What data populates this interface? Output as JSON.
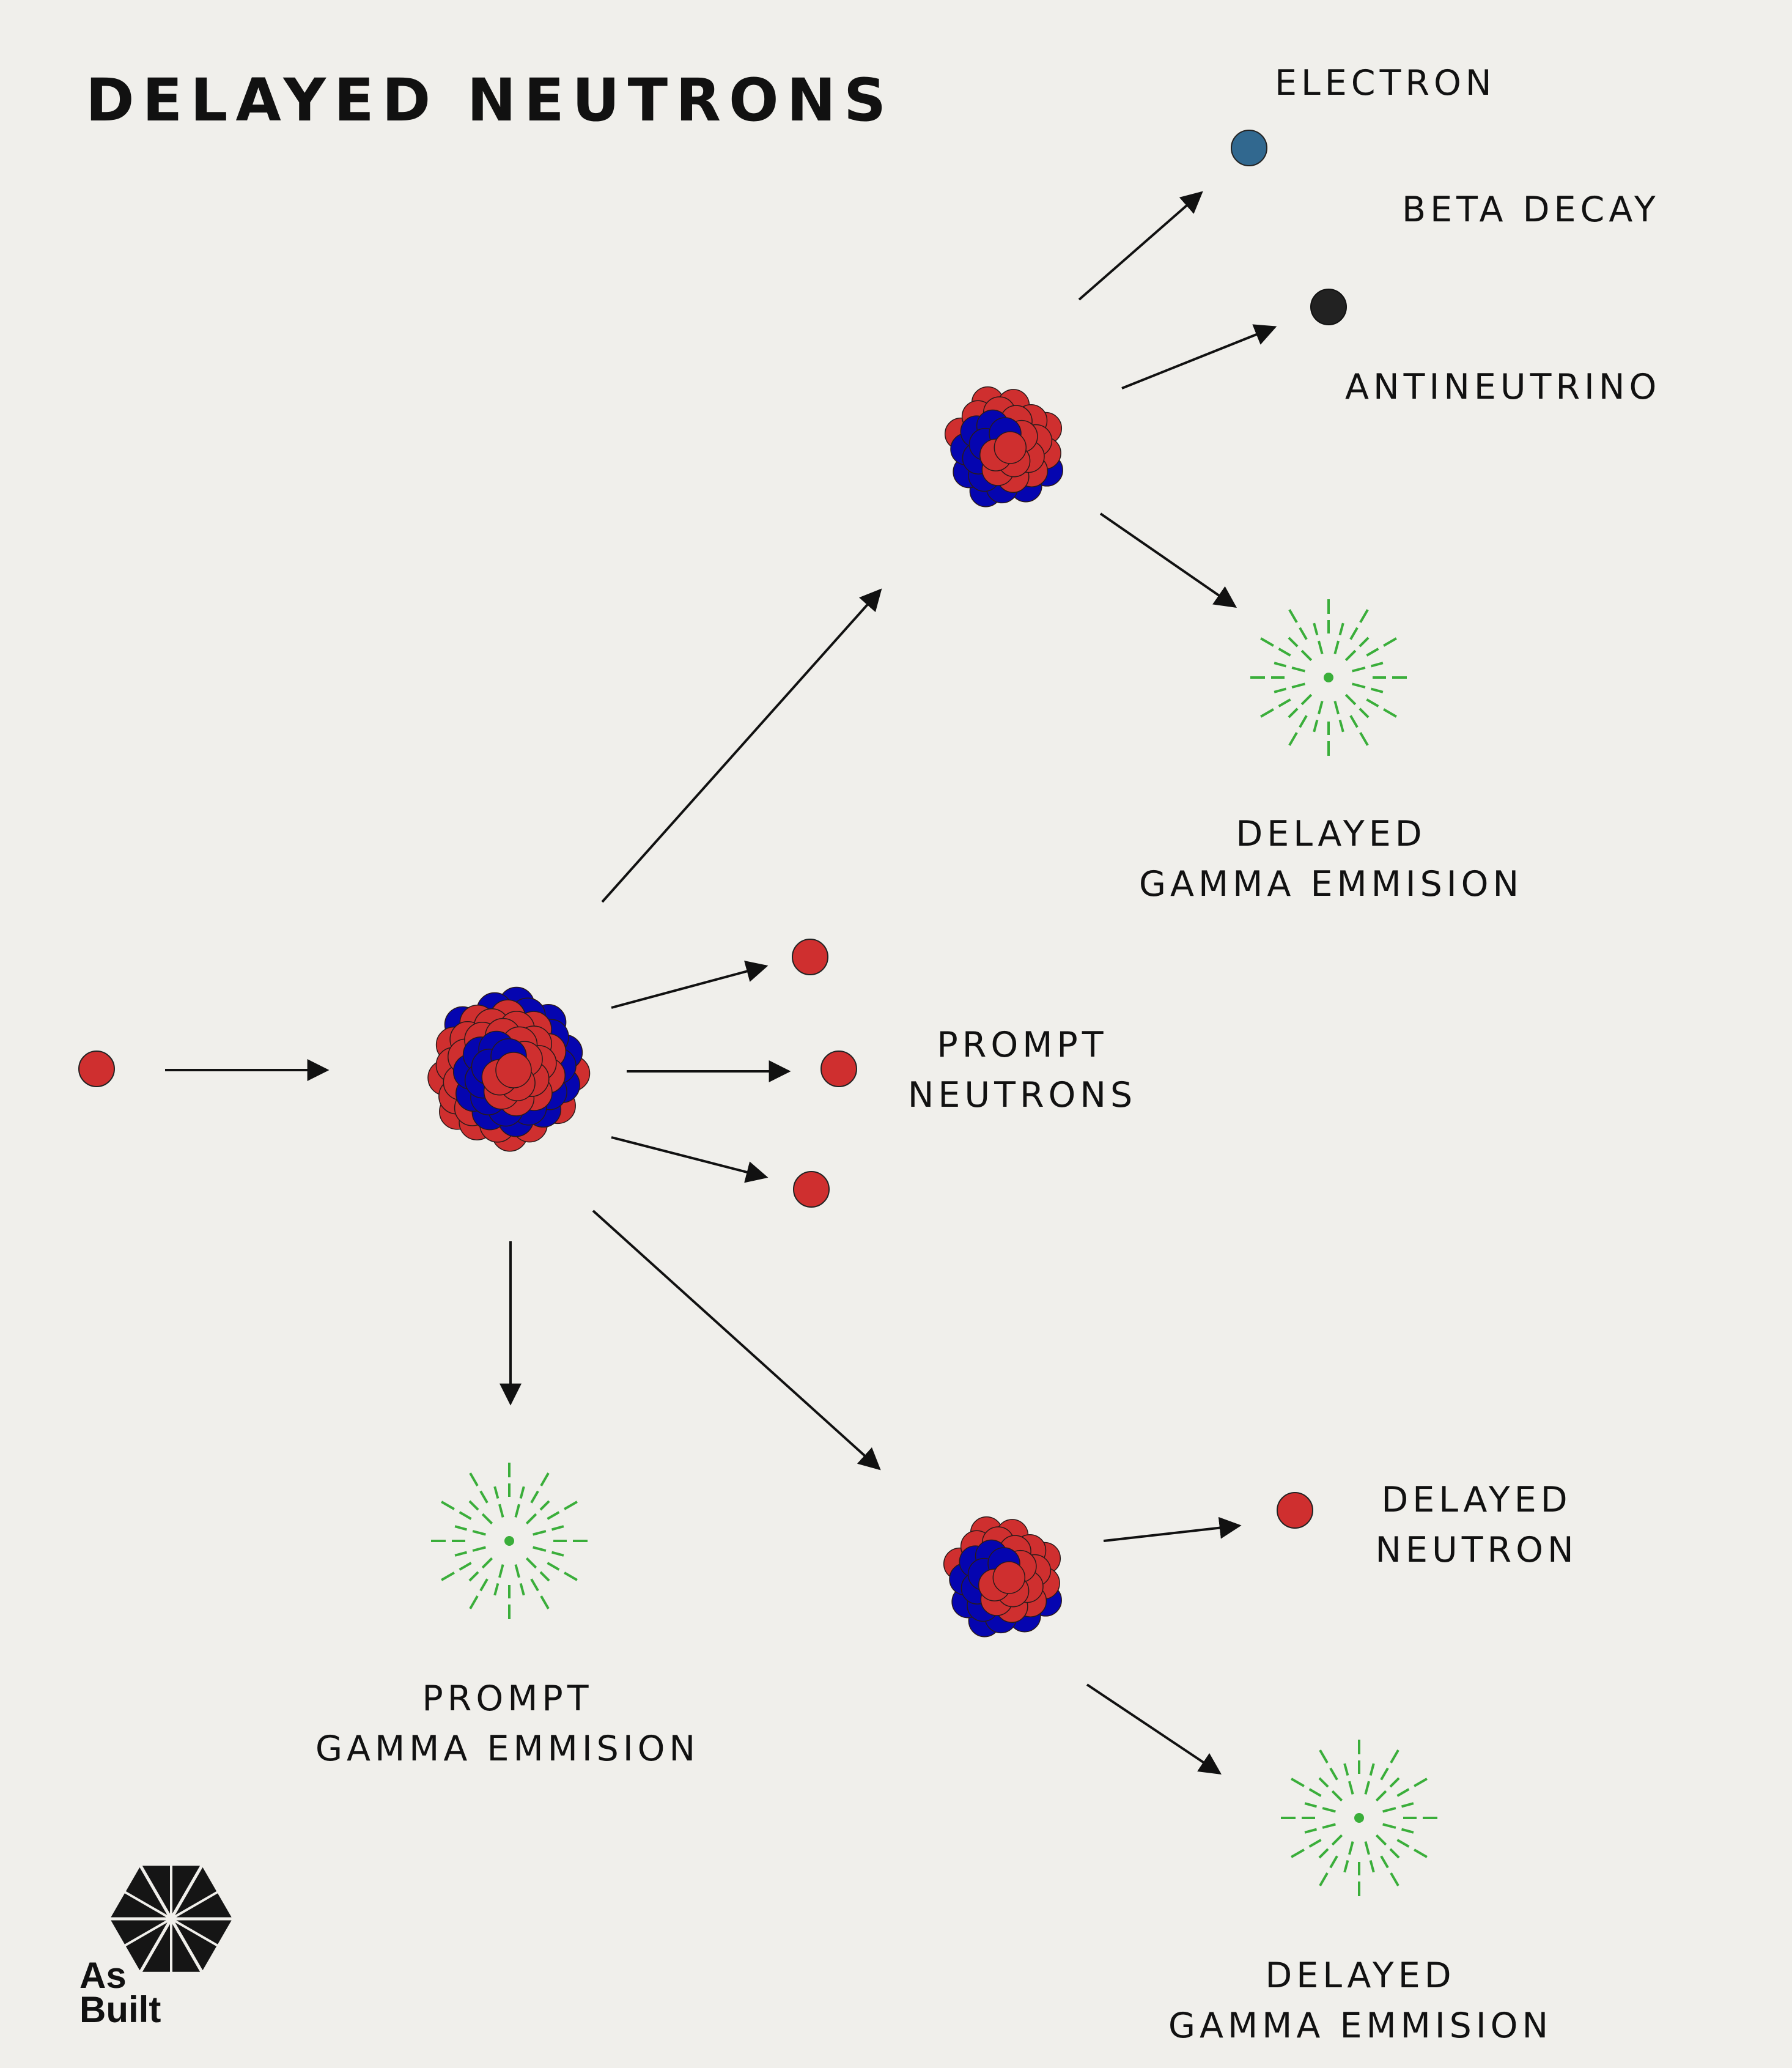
{
  "title": "DELAYED NEUTRONS",
  "labels": {
    "electron": "ELECTRON",
    "beta_decay": "BETA DECAY",
    "antineutrino": "ANTINEUTRINO",
    "delayed_gamma_top_line1": "DELAYED",
    "delayed_gamma_top_line2": "GAMMA EMMISION",
    "prompt_neutrons_line1": "PROMPT",
    "prompt_neutrons_line2": "NEUTRONS",
    "prompt_gamma_line1": "PROMPT",
    "prompt_gamma_line2": "GAMMA EMMISION",
    "delayed_neutron_line1": "DELAYED",
    "delayed_neutron_line2": "NEUTRON",
    "delayed_gamma_bottom_line1": "DELAYED",
    "delayed_gamma_bottom_line2": "GAMMA EMMISION"
  },
  "logo": {
    "line1": "As",
    "line2": "Built"
  },
  "colors": {
    "background": "#f0efeb",
    "neutron": "#cf2f2f",
    "proton": "#0505b0",
    "electron": "#31688f",
    "antineutrino": "#222222",
    "gamma": "#3aae3a",
    "arrow": "#111111"
  }
}
